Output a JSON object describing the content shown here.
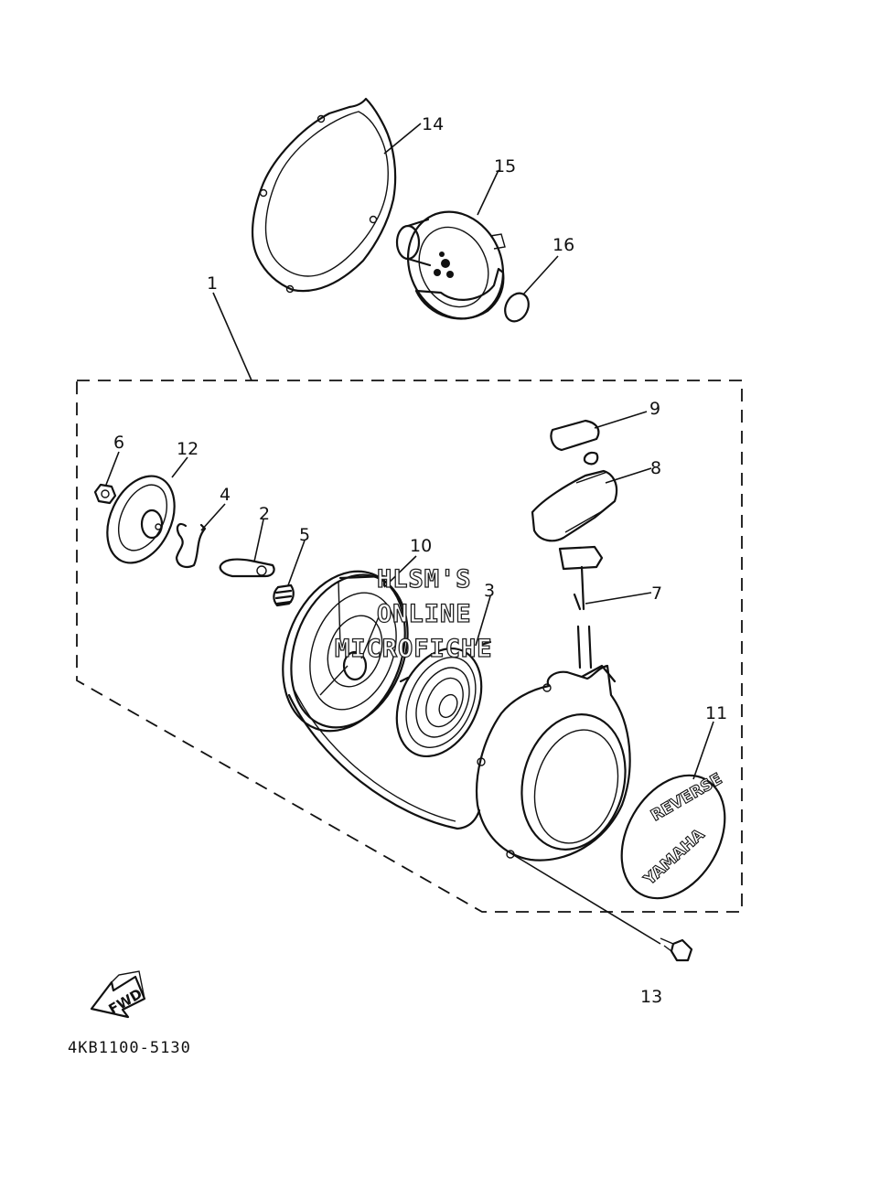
{
  "callouts": [
    "1",
    "2",
    "3",
    "4",
    "5",
    "6",
    "7",
    "8",
    "9",
    "10",
    "11",
    "12",
    "13",
    "14",
    "15",
    "16"
  ],
  "watermark": [
    "HLSM'S",
    "ONLINE",
    "MICROFICHE"
  ],
  "fwd_label": "FWD",
  "part_code": "4KB1100-5130",
  "emblem": {
    "top": "REVERSE",
    "bottom": "YAMAHA"
  }
}
